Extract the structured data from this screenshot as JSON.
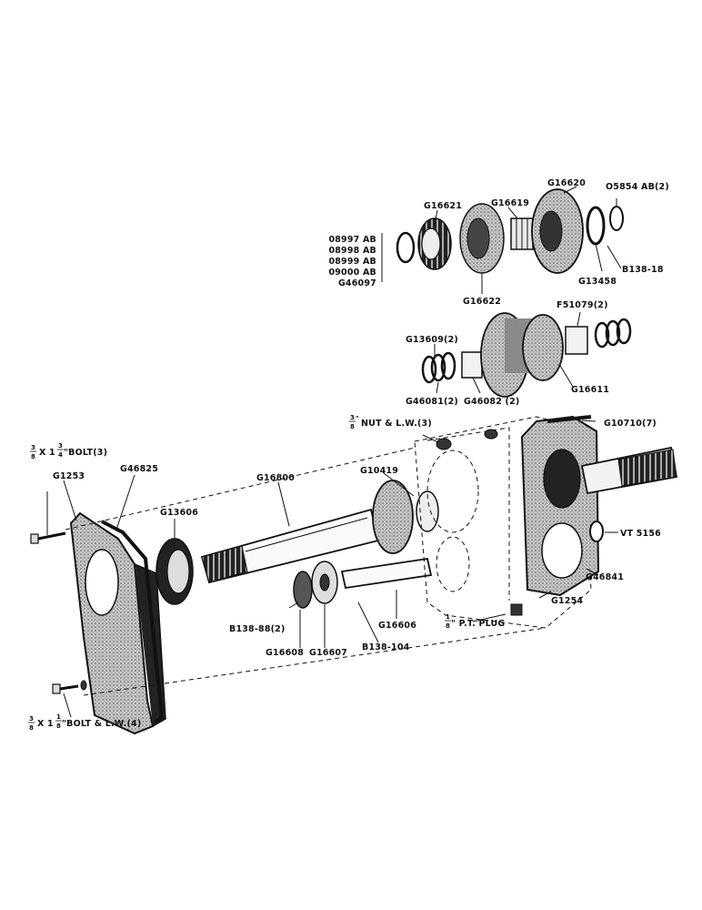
{
  "labels": {
    "ab_group": [
      "08997 AB",
      "08998 AB",
      "08999 AB",
      "09000 AB",
      "G46097"
    ],
    "g16621": "G16621",
    "g16622": "G16622",
    "g16619": "G16619",
    "g16620": "G16620",
    "o5854": "O5854 AB(2)",
    "g13458": "G13458",
    "b138_18": "B138-18",
    "f51079": "F51079(2)",
    "g13609": "G13609(2)",
    "g46081": "G46081(2)",
    "g46082": "G46082 (2)",
    "g16611": "G16611",
    "nut_text": "NUT & L.W.(3)",
    "nut_frac": [
      "3",
      "8",
      "\""
    ],
    "g10710": "G10710(7)",
    "g10419": "G10419",
    "bolt1_text": "X 1",
    "bolt1_frac_a": [
      "3",
      "8"
    ],
    "bolt1_frac_b": [
      "3",
      "4"
    ],
    "bolt1_tail": "\"BOLT(3)",
    "g1253": "G1253",
    "g46825": "G46825",
    "g16800": "G16800",
    "g13606": "G13606",
    "vt5156": "VT 5156",
    "g46841": "G46841",
    "g1254": "G1254",
    "plug_text": "\" P.T. PLUG",
    "plug_frac": [
      "1",
      "8"
    ],
    "g16606": "G16606",
    "b138_104": "B138-104",
    "b138_88": "B138-88(2)",
    "g16608": "G16608",
    "g16607": "G16607",
    "bolt2_text": "X 1",
    "bolt2_frac_a": [
      "3",
      "8"
    ],
    "bolt2_frac_b": [
      "1",
      "8"
    ],
    "bolt2_tail": "\"BOLT & L.W.(4)"
  }
}
